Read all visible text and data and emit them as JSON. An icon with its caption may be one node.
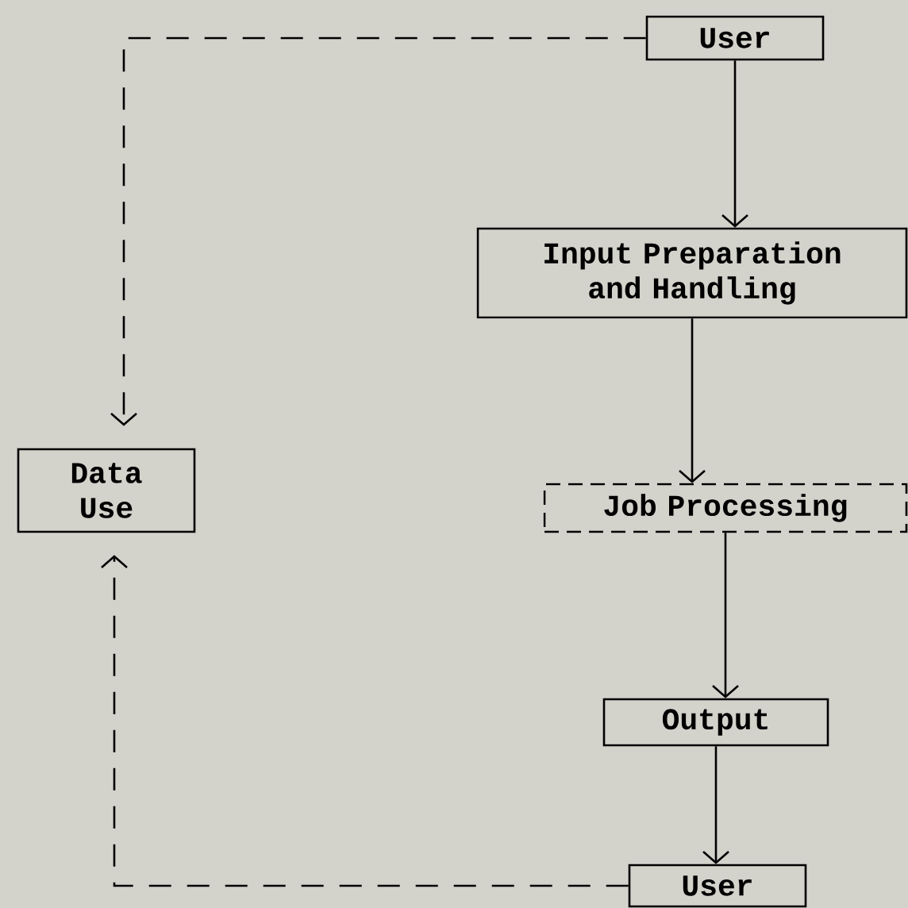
{
  "diagram": {
    "nodes": [
      {
        "text": [
          "User"
        ]
      },
      {
        "text": [
          "Input Preparation and Handling"
        ]
      },
      {
        "text": [
          "Data Use"
        ]
      },
      {
        "text": [
          "Job Processing"
        ]
      },
      {
        "text": [
          "Output"
        ]
      },
      {
        "text": [
          "User"
        ]
      }
    ],
    "edges": [
      {
        "from": 0,
        "to": 1,
        "arrow": "to"
      },
      {
        "from": 1,
        "to": 3,
        "arrow": "to"
      },
      {
        "from": 3,
        "to": 4,
        "arrow": "to"
      },
      {
        "from": 4,
        "to": 5,
        "arrow": "to"
      },
      {
        "from": 0,
        "to": 2,
        "arrow": "to",
        "style": "dashed"
      },
      {
        "from": 5,
        "to": 2,
        "arrow": "to",
        "style": "dashed"
      }
    ]
  }
}
